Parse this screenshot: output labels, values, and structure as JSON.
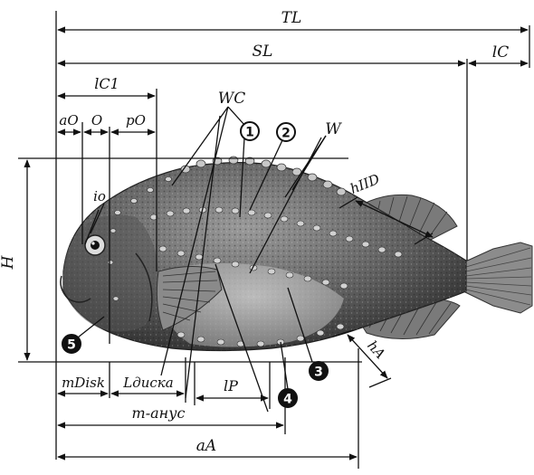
{
  "figure": {
    "labels": {
      "tl": "TL",
      "sl": "SL",
      "lc": "lC",
      "lc1": "lC1",
      "ao": "aO",
      "o": "O",
      "po": "pO",
      "wc": "WC",
      "w": "W",
      "io": "io",
      "h": "H",
      "hiid": "hIID",
      "ha": "hA",
      "mdisk": "mDisk",
      "ldiska": "Lдиска",
      "lp": "lP",
      "m_anus": "m-анус",
      "aa": "aA"
    },
    "markers": [
      "1",
      "2",
      "3",
      "4",
      "5"
    ]
  }
}
